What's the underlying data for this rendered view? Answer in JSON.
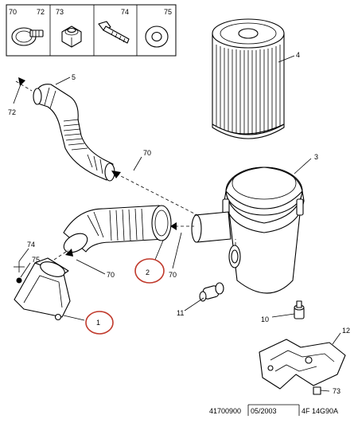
{
  "header_parts": [
    {
      "ref": "70",
      "icon": "hose-clamp"
    },
    {
      "ref": "72",
      "icon": "clip"
    },
    {
      "ref": "73",
      "icon": "hex-nut"
    },
    {
      "ref": "74",
      "icon": "bolt"
    },
    {
      "ref": "75",
      "icon": "washer"
    }
  ],
  "callouts": {
    "c1": "1",
    "c2": "2",
    "c3": "3",
    "c4": "4",
    "c5": "5",
    "c10": "10",
    "c11": "11",
    "c12": "12",
    "c70a": "70",
    "c70b": "70",
    "c70c": "70",
    "c72": "72",
    "c73": "73",
    "c74": "74",
    "c75": "75"
  },
  "footer": {
    "code": "41700900",
    "date": "05/2003",
    "ref": "4F 14G90A"
  },
  "highlight_color": "#c0392b"
}
